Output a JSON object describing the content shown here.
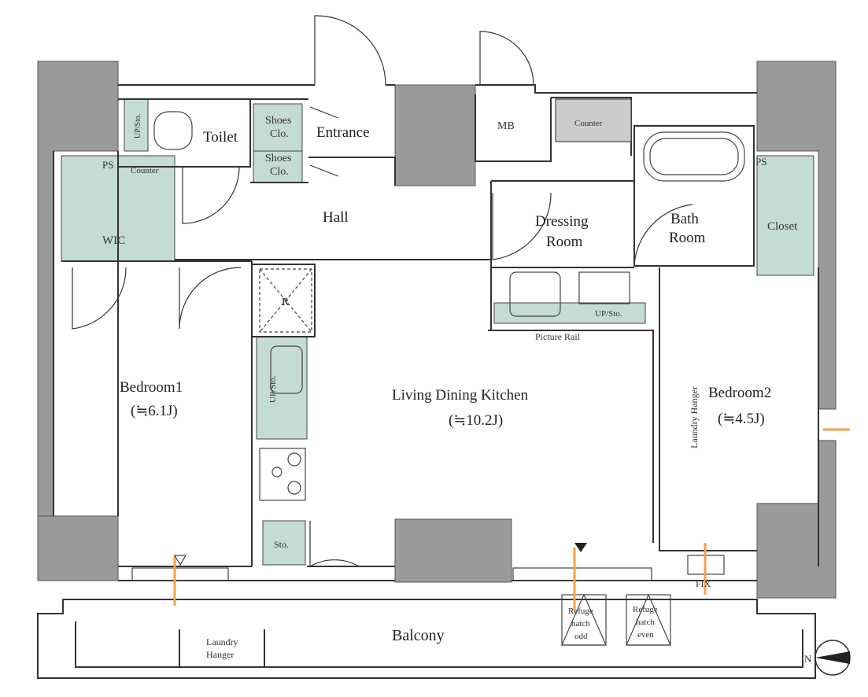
{
  "rooms": {
    "toilet": "Toilet",
    "shoes_clo_1": [
      "Shoes",
      "Clo."
    ],
    "shoes_clo_2": [
      "Shoes",
      "Clo."
    ],
    "entrance": "Entrance",
    "mb": "MB",
    "hall": "Hall",
    "ps_left": "PS",
    "ps_right": "PS",
    "counter_left": "Counter",
    "counter_right": "Counter",
    "wic": "WIC",
    "dressing_room": [
      "Dressing",
      "Room"
    ],
    "bath_room": [
      "Bath",
      "Room"
    ],
    "closet": "Closet",
    "bedroom1": {
      "name": "Bedroom1",
      "size": "(≒6.1J)"
    },
    "ldk": {
      "name": "Living Dining Kitchen",
      "size": "(≒10.2J)"
    },
    "bedroom2": {
      "name": "Bedroom2",
      "size": "(≒4.5J)"
    },
    "refrigerator": "R",
    "up_sto_toilet": "UP/Sto.",
    "up_sto_kitchen": "UP/Sto.",
    "up_sto_dressing": "UP/Sto.",
    "picture_rail": "Picture Rail",
    "laundry_hanger_b2": "Laundry Hanger",
    "sto": "Sto.",
    "balcony": "Balcony",
    "laundry_hanger_balcony": [
      "Laundry",
      "Hanger"
    ],
    "refuge_odd": [
      "Refuge",
      "hatch",
      "odd"
    ],
    "refuge_even": [
      "Refuge",
      "hatch",
      "even"
    ],
    "fix": "FIX",
    "compass_n": "N"
  },
  "colors": {
    "wall": "#9a9a9a",
    "storage": "#c5dbd5",
    "line": "#333333",
    "accent_orange": "#f5a24a"
  }
}
